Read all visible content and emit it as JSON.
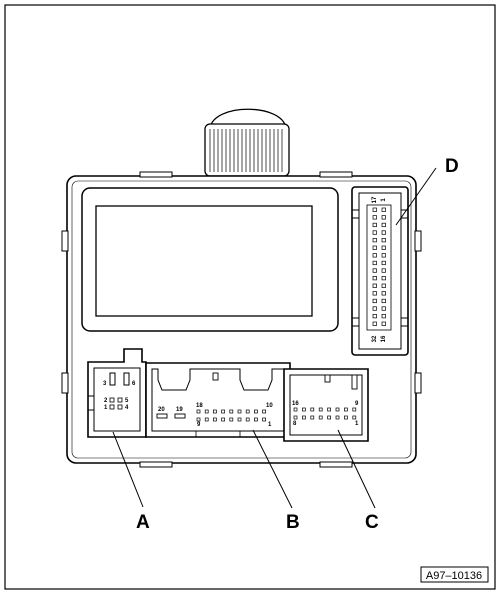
{
  "figure_id": "A97–10136",
  "callouts": {
    "a": "A",
    "b": "B",
    "c": "C",
    "d": "D"
  },
  "connector_a_pins": {
    "p1": "1",
    "p2": "2",
    "p3": "3",
    "p4": "4",
    "p5": "5",
    "p6": "6"
  },
  "connector_b_pins": {
    "p20": "20",
    "p19": "19",
    "p18": "18",
    "p10": "10",
    "p9": "9",
    "p1": "1"
  },
  "connector_c_pins": {
    "p16": "16",
    "p9": "9",
    "p8": "8",
    "p1": "1"
  },
  "connector_d_pins": {
    "p17": "17",
    "p1": "1",
    "p32": "32",
    "p16": "16"
  }
}
